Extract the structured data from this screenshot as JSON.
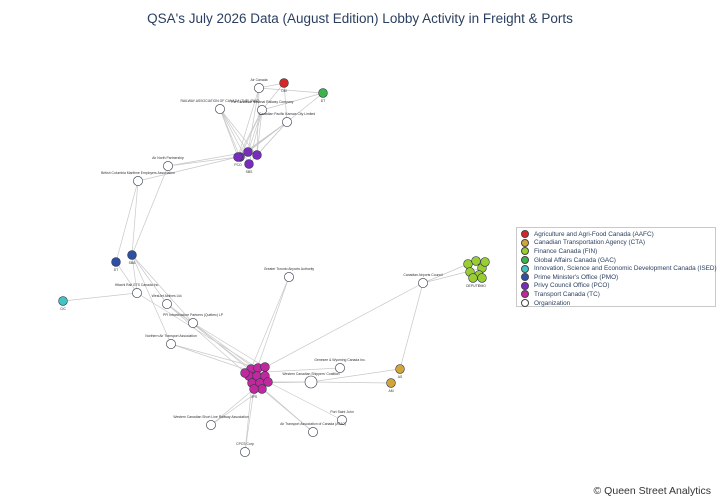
{
  "title": "QSA's July 2026 Data (August Edition) Lobby Activity in Freight & Ports",
  "credit": "© Queen Street Analytics",
  "legend": [
    {
      "label": "Agriculture and Agri-Food Canada (AAFC)",
      "color": "#d62728"
    },
    {
      "label": "Canadian Transportation Agency (CTA)",
      "color": "#d4a437"
    },
    {
      "label": "Finance Canada (FIN)",
      "color": "#9acd32"
    },
    {
      "label": "Global Affairs Canada (GAC)",
      "color": "#3cb44b"
    },
    {
      "label": "Innovation, Science and Economic Development Canada (ISED)",
      "color": "#40c4c4"
    },
    {
      "label": "Prime Minister's Office (PMO)",
      "color": "#2e4fa3"
    },
    {
      "label": "Privy Council Office (PCO)",
      "color": "#7b2cbf"
    },
    {
      "label": "Transport Canada (TC)",
      "color": "#c2289e"
    },
    {
      "label": "Organization",
      "color": "#ffffff"
    }
  ],
  "graph": {
    "nodes": [
      {
        "id": "air-canada",
        "label": "Air Canada",
        "type": "Organization"
      },
      {
        "id": "rac",
        "label": "RAILWAY ASSOCIATION OF CANADA (THE) (RAC)",
        "type": "Organization"
      },
      {
        "id": "cn",
        "label": "The Canadian National Railway Company",
        "type": "Organization"
      },
      {
        "id": "cpkc",
        "label": "Canadian Pacific Kansas City Limited",
        "type": "Organization"
      },
      {
        "id": "aafc",
        "label": "DM",
        "type": "Agriculture and Agri-Food Canada (AAFC)"
      },
      {
        "id": "gac",
        "label": "DT",
        "type": "Global Affairs Canada (GAC)"
      },
      {
        "id": "pco1",
        "label": "",
        "type": "Privy Council Office (PCO)"
      },
      {
        "id": "pco2",
        "label": "",
        "type": "Privy Council Office (PCO)"
      },
      {
        "id": "pco3",
        "label": "",
        "type": "Privy Council Office (PCO)"
      },
      {
        "id": "pco4",
        "label": "PCO",
        "type": "Privy Council Office (PCO)"
      },
      {
        "id": "pco5",
        "label": "SBS",
        "type": "Privy Council Office (PCO)"
      },
      {
        "id": "air-north",
        "label": "Air North Partnership",
        "type": "Organization"
      },
      {
        "id": "bcmea",
        "label": "British Columbia Maritime Employers Association",
        "type": "Organization"
      },
      {
        "id": "pmo1",
        "label": "DT",
        "type": "Prime Minister's Office (PMO)"
      },
      {
        "id": "pmo2",
        "label": "SBA",
        "type": "Prime Minister's Office (PMO)"
      },
      {
        "id": "ised",
        "label": "CIC",
        "type": "Innovation, Science and Economic Development Canada (ISED)"
      },
      {
        "id": "hitachi",
        "label": "Hitachi Rail GTS Canada Inc.",
        "type": "Organization"
      },
      {
        "id": "westjet",
        "label": "WestJet Airlines Ltd.",
        "type": "Organization"
      },
      {
        "id": "pfi",
        "label": "PFI Infrastructure Partners (Québec) LP",
        "type": "Organization"
      },
      {
        "id": "nata",
        "label": "Northern Air Transport Association",
        "type": "Organization"
      },
      {
        "id": "gtaa",
        "label": "Greater Toronto Airports Authority",
        "type": "Organization"
      },
      {
        "id": "cac",
        "label": "Canadian Airports Council",
        "type": "Organization"
      },
      {
        "id": "fin1",
        "label": "",
        "type": "Finance Canada (FIN)"
      },
      {
        "id": "fin2",
        "label": "",
        "type": "Finance Canada (FIN)"
      },
      {
        "id": "fin3",
        "label": "",
        "type": "Finance Canada (FIN)"
      },
      {
        "id": "fin4",
        "label": "",
        "type": "Finance Canada (FIN)"
      },
      {
        "id": "fin5",
        "label": "",
        "type": "Finance Canada (FIN)"
      },
      {
        "id": "fin6",
        "label": "",
        "type": "Finance Canada (FIN)"
      },
      {
        "id": "fin7",
        "label": "DEPUTY",
        "type": "Finance Canada (FIN)"
      },
      {
        "id": "fin8",
        "label": "DMO",
        "type": "Finance Canada (FIN)"
      },
      {
        "id": "tc1",
        "label": "",
        "type": "Transport Canada (TC)"
      },
      {
        "id": "tc2",
        "label": "",
        "type": "Transport Canada (TC)"
      },
      {
        "id": "tc3",
        "label": "",
        "type": "Transport Canada (TC)"
      },
      {
        "id": "tc4",
        "label": "",
        "type": "Transport Canada (TC)"
      },
      {
        "id": "tc5",
        "label": "",
        "type": "Transport Canada (TC)"
      },
      {
        "id": "tc6",
        "label": "",
        "type": "Transport Canada (TC)"
      },
      {
        "id": "tc7",
        "label": "",
        "type": "Transport Canada (TC)"
      },
      {
        "id": "tc8",
        "label": "",
        "type": "Transport Canada (TC)"
      },
      {
        "id": "tc9",
        "label": "",
        "type": "Transport Canada (TC)"
      },
      {
        "id": "tc10",
        "label": "",
        "type": "Transport Canada (TC)"
      },
      {
        "id": "tc11",
        "label": "",
        "type": "Transport Canada (TC)"
      },
      {
        "id": "tc12",
        "label": "JPS",
        "type": "Transport Canada (TC)"
      },
      {
        "id": "wcsc",
        "label": "Western Canadian Shippers' Coalition",
        "type": "Organization"
      },
      {
        "id": "gw",
        "label": "Genesee & Wyoming Canada Inc.",
        "type": "Organization"
      },
      {
        "id": "cta1",
        "label": "AS",
        "type": "Canadian Transportation Agency (CTA)"
      },
      {
        "id": "cta2",
        "label": "AM",
        "type": "Canadian Transportation Agency (CTA)"
      },
      {
        "id": "wcslra",
        "label": "Western Canadian Short Line Railway Association",
        "type": "Organization"
      },
      {
        "id": "psj",
        "label": "Port Saint John",
        "type": "Organization"
      },
      {
        "id": "atac",
        "label": "Air Transport Association of Canada (ATAC)",
        "type": "Organization"
      },
      {
        "id": "cpcs",
        "label": "CPCS Corp",
        "type": "Organization"
      }
    ],
    "edges": [
      [
        "air-canada",
        "pco1"
      ],
      [
        "air-canada",
        "pco2"
      ],
      [
        "air-canada",
        "pco4"
      ],
      [
        "air-canada",
        "aafc"
      ],
      [
        "air-canada",
        "gac"
      ],
      [
        "rac",
        "pco1"
      ],
      [
        "rac",
        "pco2"
      ],
      [
        "rac",
        "pco3"
      ],
      [
        "rac",
        "pco4"
      ],
      [
        "rac",
        "pco5"
      ],
      [
        "cn",
        "pco1"
      ],
      [
        "cn",
        "pco2"
      ],
      [
        "cn",
        "pco3"
      ],
      [
        "cn",
        "pco4"
      ],
      [
        "cn",
        "pco5"
      ],
      [
        "cn",
        "aafc"
      ],
      [
        "cn",
        "gac"
      ],
      [
        "cpkc",
        "pco1"
      ],
      [
        "cpkc",
        "pco2"
      ],
      [
        "cpkc",
        "pco3"
      ],
      [
        "cpkc",
        "pco4"
      ],
      [
        "cpkc",
        "pco5"
      ],
      [
        "cpkc",
        "gac"
      ],
      [
        "cpkc",
        "aafc"
      ],
      [
        "air-north",
        "pco4"
      ],
      [
        "air-north",
        "pco1"
      ],
      [
        "air-north",
        "pmo2"
      ],
      [
        "bcmea",
        "pco4"
      ],
      [
        "bcmea",
        "pmo1"
      ],
      [
        "bcmea",
        "pmo2"
      ],
      [
        "pmo2",
        "hitachi"
      ],
      [
        "pmo2",
        "westjet"
      ],
      [
        "pmo2",
        "pfi"
      ],
      [
        "pmo2",
        "nata"
      ],
      [
        "pmo1",
        "hitachi"
      ],
      [
        "hitachi",
        "ised"
      ],
      [
        "westjet",
        "tc1"
      ],
      [
        "westjet",
        "tc4"
      ],
      [
        "pfi",
        "tc3"
      ],
      [
        "pfi",
        "tc5"
      ],
      [
        "nata",
        "tc2"
      ],
      [
        "nata",
        "tc6"
      ],
      [
        "gtaa",
        "tc1"
      ],
      [
        "gtaa",
        "tc7"
      ],
      [
        "cac",
        "tc4"
      ],
      [
        "cac",
        "fin1"
      ],
      [
        "cac",
        "fin3"
      ],
      [
        "cac",
        "cta1"
      ],
      [
        "wcsc",
        "tc8"
      ],
      [
        "wcsc",
        "tc9"
      ],
      [
        "wcsc",
        "cta1"
      ],
      [
        "wcsc",
        "cta2"
      ],
      [
        "gw",
        "tc10"
      ],
      [
        "wcslra",
        "tc11"
      ],
      [
        "wcslra",
        "tc12"
      ],
      [
        "psj",
        "tc9"
      ],
      [
        "atac",
        "tc10"
      ],
      [
        "atac",
        "tc11"
      ],
      [
        "cpcs",
        "tc12"
      ],
      [
        "cpcs",
        "tc7"
      ],
      [
        "hitachi",
        "tc2"
      ],
      [
        "westjet",
        "tc6"
      ]
    ]
  }
}
